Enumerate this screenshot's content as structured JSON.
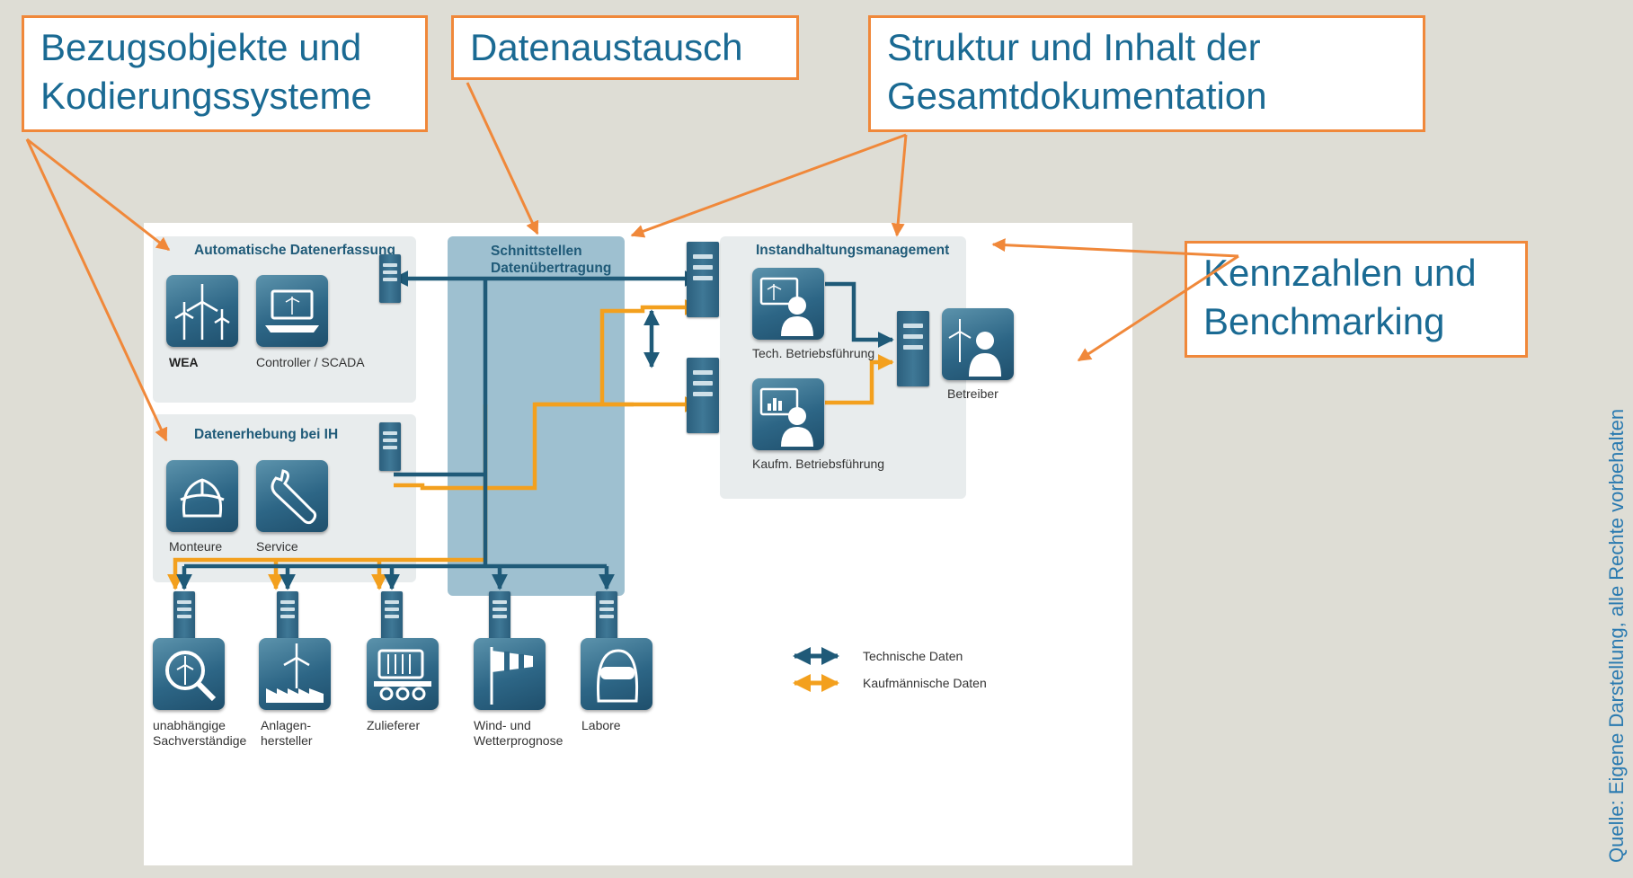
{
  "callouts": {
    "bezug": [
      "Bezugsobjekte und",
      "Kodierungssysteme"
    ],
    "daten": "Datenaustausch",
    "struktur": [
      "Struktur und Inhalt der",
      "Gesamtdokumentation"
    ],
    "kennzahlen": [
      "Kennzahlen und",
      "Benchmarking"
    ]
  },
  "source_note": "Quelle: Eigene Darstellung, alle Rechte vorbehalten",
  "groups": {
    "auto": "Automatische Datenerfassung",
    "erhebung": "Datenerhebung bei IH",
    "schnitt": [
      "Schnittstellen",
      "Datenübertragung"
    ],
    "ih": "Instandhaltungsmanagement"
  },
  "labels": {
    "wea": "WEA",
    "controller": "Controller / SCADA",
    "monteure": "Monteure",
    "service": "Service",
    "tech": "Tech. Betriebsführung",
    "kaufm": "Kaufm. Betriebsführung",
    "betreiber": "Betreiber"
  },
  "bottom": {
    "sach": [
      "unabhängige",
      "Sachverständige"
    ],
    "anlagen": [
      "Anlagen-",
      "hersteller"
    ],
    "zulieferer": "Zulieferer",
    "wind": [
      "Wind- und",
      "Wetterprognose"
    ],
    "labore": "Labore"
  },
  "legend": {
    "technisch": "Technische Daten",
    "kaufm": "Kaufmännische Daten"
  },
  "colors": {
    "technical": "#1f5a78",
    "commercial": "#f3a01e",
    "callout_border": "#f0883a",
    "callout_text": "#1a6a93",
    "channel": "#9ec0d0"
  },
  "icons": [
    "wind-turbine-icon",
    "laptop-icon",
    "helmet-icon",
    "wrench-icon",
    "person-screen-icon",
    "person-chart-icon",
    "person-turbine-icon",
    "magnifier-turbine-icon",
    "factory-turbine-icon",
    "generator-icon",
    "windsock-icon",
    "goggles-icon",
    "server-icon"
  ]
}
